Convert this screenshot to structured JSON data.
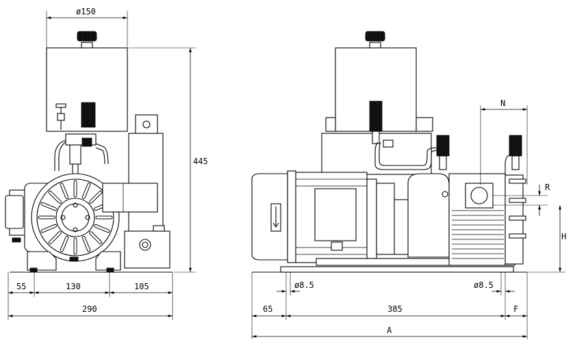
{
  "drawing": {
    "front_view": {
      "diameter_label": "ø150",
      "height_label": "445",
      "bottom_left_label": "55",
      "bottom_mid_label": "130",
      "bottom_right_label": "105",
      "total_width_label": "290"
    },
    "side_view": {
      "hole_left_label": "ø8.5",
      "hole_right_label": "ø8.5",
      "offset_label": "65",
      "span_label": "385",
      "end_label": "F",
      "overall_label": "A",
      "n_label": "N",
      "r_label": "R",
      "h_label": "H"
    }
  }
}
